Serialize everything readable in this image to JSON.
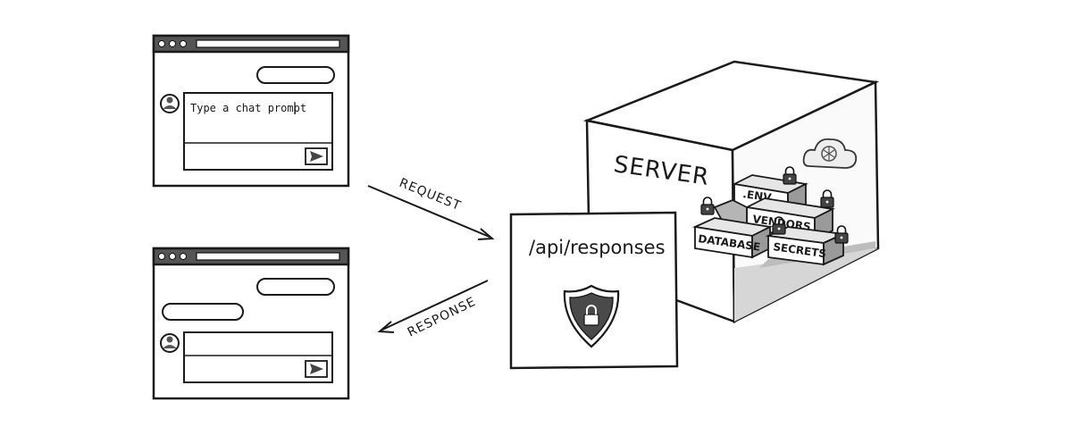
{
  "browser_top": {
    "input_text": "Type a chat prompt"
  },
  "arrows": {
    "request": "REQUEST",
    "response": "RESPONSE"
  },
  "endpoint": {
    "path": "/api/responses"
  },
  "server": {
    "title": "SERVER",
    "boxes": {
      "env": ".ENV",
      "vendors": "VENDORS",
      "database": "DATABASE",
      "secrets": "SECRETS"
    }
  },
  "icons": {
    "shield": "shield-lock-icon",
    "cloud": "openai-cloud-icon",
    "padlock": "padlock-icon",
    "send": "send-icon",
    "avatar": "avatar-icon"
  },
  "colors": {
    "ink": "#1a1a1a",
    "shade": "#bfbfbf",
    "shield_fill": "#4a4a4a"
  }
}
